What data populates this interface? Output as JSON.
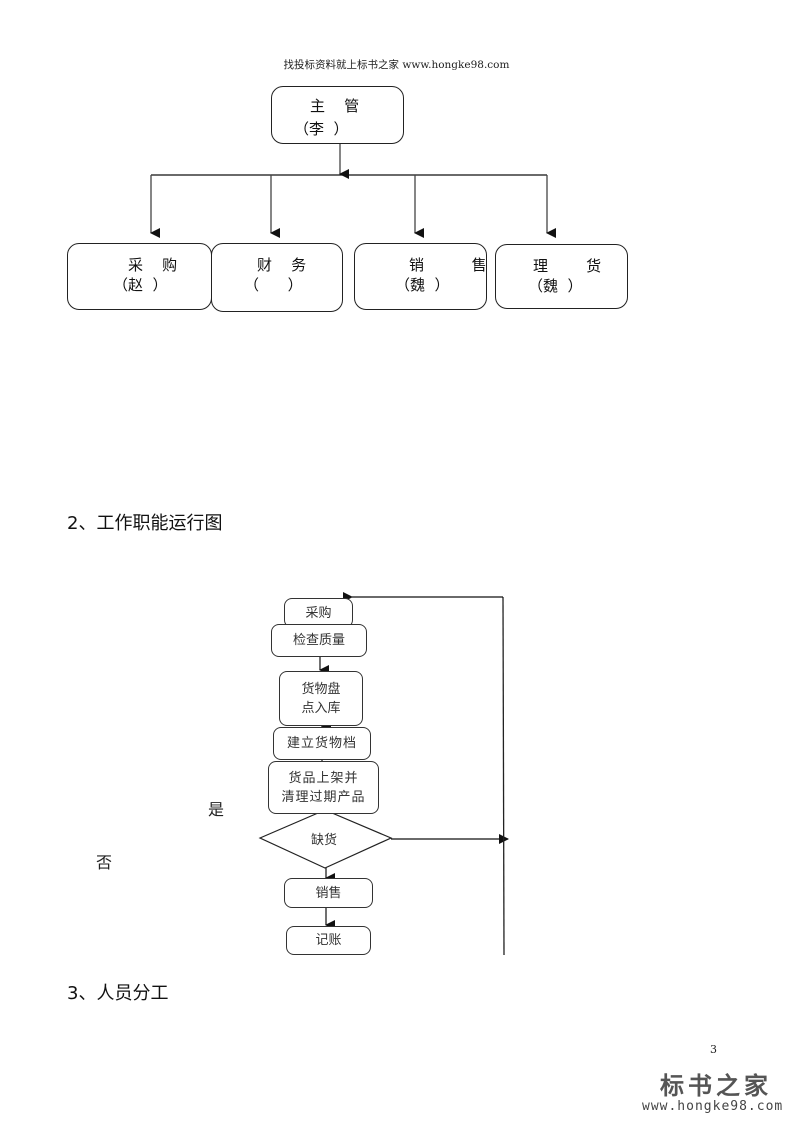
{
  "header": {
    "note": "找投标资料就上标书之家 www.hongke98.com"
  },
  "org_chart": {
    "head": {
      "title": "主    管",
      "person": "（李  ）"
    },
    "departments": [
      {
        "title": "采    购",
        "person": "（赵  ）"
      },
      {
        "title": "财    务",
        "person": "（      ）"
      },
      {
        "title": "销          售",
        "person": "（魏  ）"
      },
      {
        "title": "理        货",
        "person": "（魏  ）"
      }
    ]
  },
  "section2": {
    "title": "2、工作职能运行图"
  },
  "flowchart": {
    "steps": [
      {
        "id": "purchase",
        "label": "采购"
      },
      {
        "id": "quality",
        "label": "检查质量"
      },
      {
        "id": "inventory",
        "label": "货物盘\n点入库"
      },
      {
        "id": "archive",
        "label": "建立货物档"
      },
      {
        "id": "shelve",
        "label": "货品上架并\n清理过期产品"
      },
      {
        "id": "shortage",
        "label": "缺货",
        "type": "decision"
      },
      {
        "id": "sales",
        "label": "销售"
      },
      {
        "id": "accounting",
        "label": "记账"
      }
    ],
    "yes_label": "是",
    "no_label": "否"
  },
  "section3": {
    "title": "3、人员分工"
  },
  "footer": {
    "page_number": "3"
  },
  "watermark": {
    "brand": "标书之家",
    "url": "www.hongke98.com"
  }
}
